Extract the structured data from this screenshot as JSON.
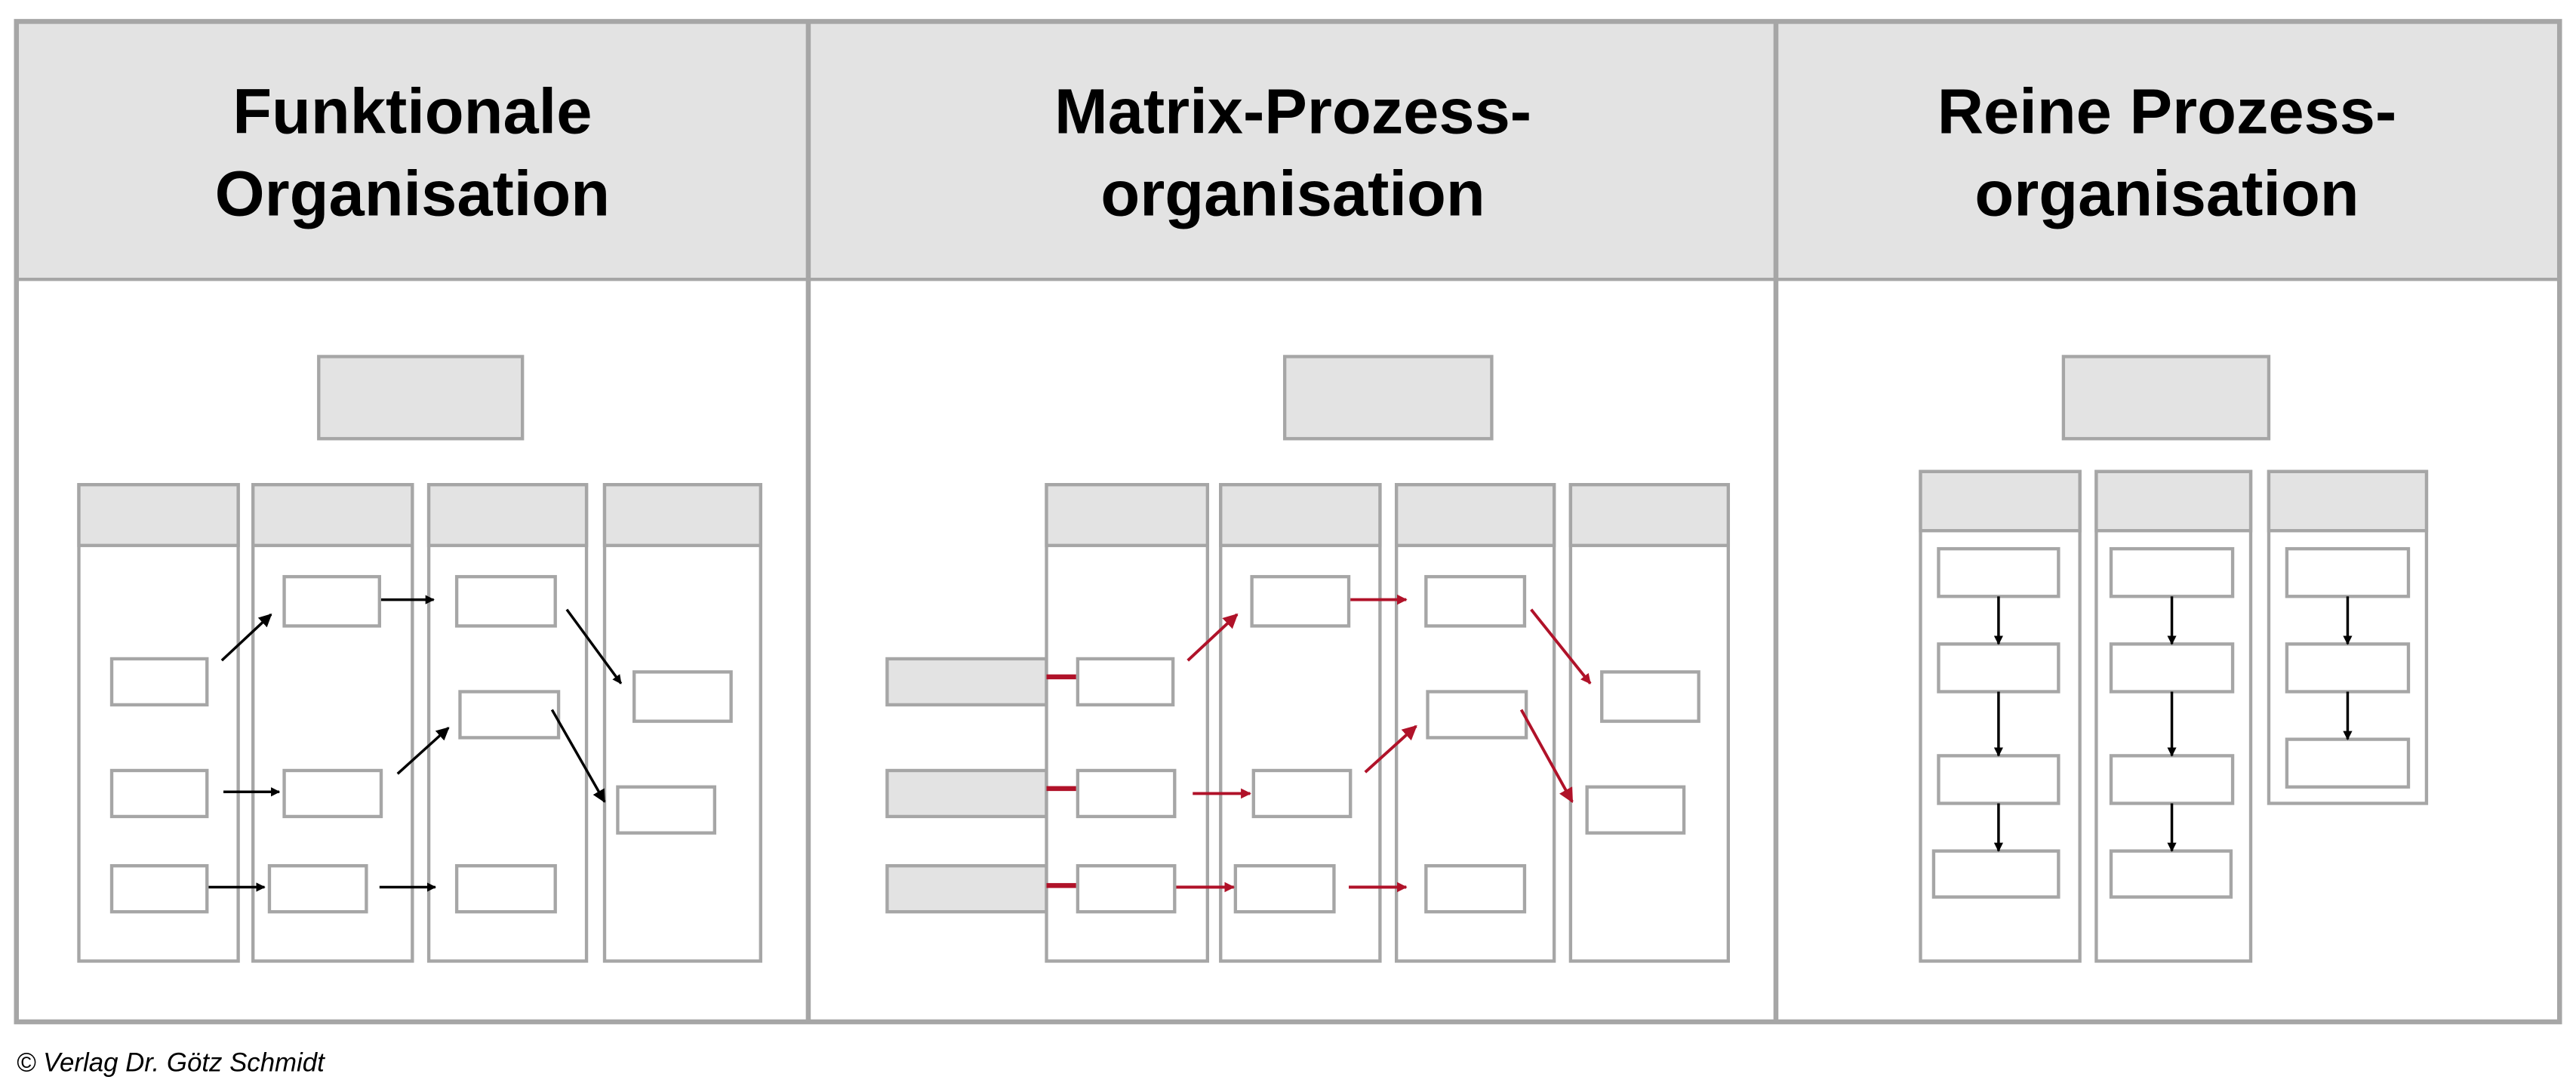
{
  "panels": [
    {
      "title_line1": "Funktionale",
      "title_line2": "Organisation"
    },
    {
      "title_line1": "Matrix-Prozess-",
      "title_line2": "organisation"
    },
    {
      "title_line1": "Reine Prozess-",
      "title_line2": "organisation"
    }
  ],
  "footer": "© Verlag Dr. Götz Schmidt",
  "colors": {
    "grey_fill": "#e3e3e3",
    "stroke": "#a6a6a6",
    "arrow_black": "#000000",
    "arrow_red": "#b01229"
  }
}
